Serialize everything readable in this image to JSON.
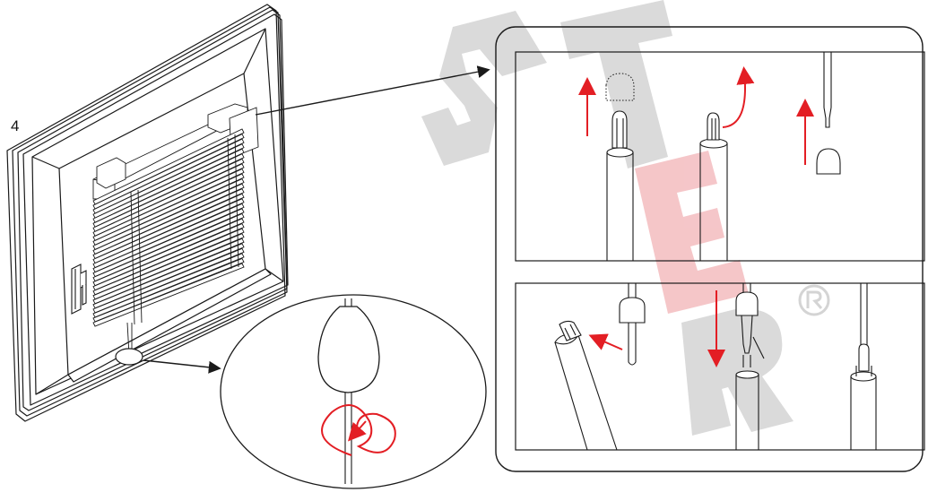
{
  "step": {
    "number": "4"
  },
  "colors": {
    "line": "#1a1a1a",
    "accent_red": "#e31e24",
    "watermark": "#d9d9d9",
    "watermark_accent": "#f6c6c8",
    "panel_fill": "#ffffff"
  },
  "icons": [
    "window-frame",
    "venetian-blind",
    "wall-hook",
    "acorn-cap",
    "cord-tube",
    "knot",
    "direction-arrow",
    "registered-mark"
  ],
  "watermark": {
    "text": "STER"
  }
}
